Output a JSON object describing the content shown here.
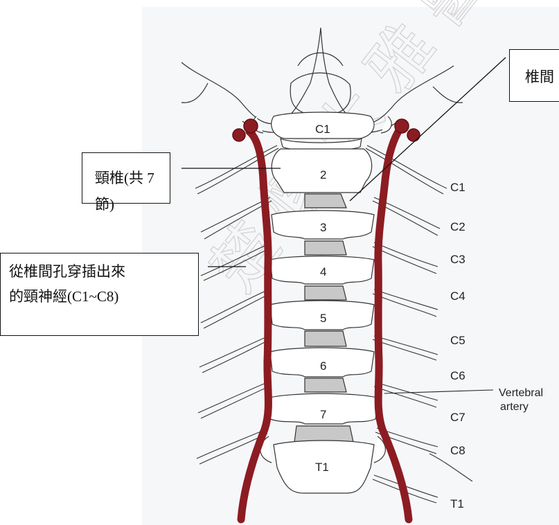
{
  "callouts": {
    "cervical_vertebrae": "頸椎(共 7 節)",
    "nerves_line1": "從椎間孔穿插出來",
    "nerves_line2": "的頸神經(C1~C8)",
    "intervertebral_disc": "椎間"
  },
  "figure": {
    "vertebra_labels": [
      "C1",
      "2",
      "3",
      "4",
      "5",
      "6",
      "7",
      "T1"
    ],
    "nerve_labels": [
      "C1",
      "C2",
      "C3",
      "C4",
      "C5",
      "C6",
      "C7",
      "C8",
      "T1"
    ],
    "artery_label_line1": "Vertebral",
    "artery_label_line2": "artery"
  },
  "colors": {
    "artery": "#8c1c22",
    "disc": "#c8c8c8",
    "paper": "#f6f7f9"
  }
}
